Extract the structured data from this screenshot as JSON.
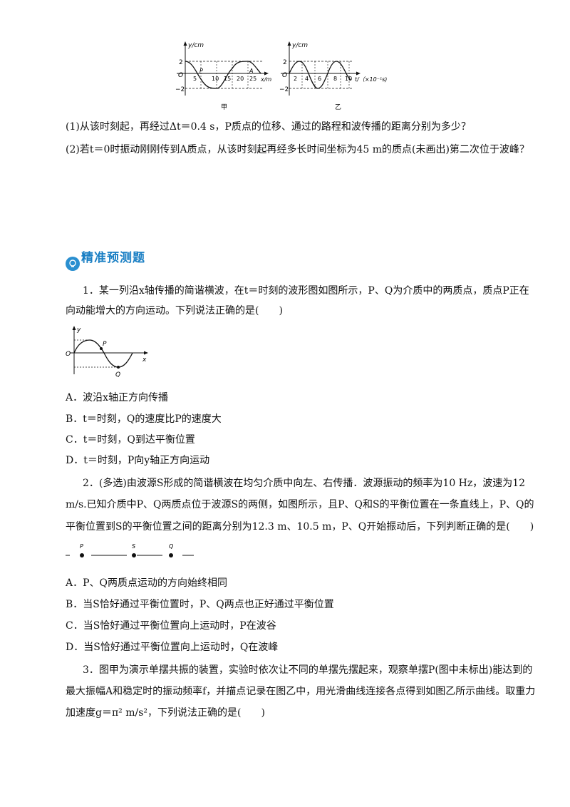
{
  "fig_top": {
    "left_label": "甲",
    "right_label": "乙",
    "left_axis": {
      "y_label": "y/cm",
      "x_label": "x/m",
      "origin": "O",
      "y_ticks": [
        "2",
        "−2"
      ],
      "x_ticks": [
        "5",
        "10",
        "15",
        "20",
        "25"
      ],
      "points": [
        "P",
        "A"
      ]
    },
    "right_axis": {
      "y_label": "y/cm",
      "x_label": "t/（×10⁻¹s)",
      "origin": "O",
      "y_ticks": [
        "2",
        "−2"
      ],
      "x_ticks": [
        "2",
        "4",
        "6",
        "8",
        "10"
      ]
    }
  },
  "q_top": {
    "line1": "(1)从该时刻起，再经过Δt＝0.4 s，P质点的位移、通过的路程和波传播的距离分别为多少？",
    "line2": "(2)若t＝0时振动刚刚传到A质点，从该时刻起再经多长时间坐标为45 m的质点(未画出)第二次位于波峰？"
  },
  "section": {
    "title": "精准预测题"
  },
  "q1": {
    "line1": "1．某一列沿x轴传播的简谐横波，在t＝时刻的波形图如图所示，P、Q为介质中的两质点，质点P正在",
    "line2": "向动能增大的方向运动。下列说法正确的是(　　)",
    "fig": {
      "y": "y",
      "x": "x",
      "o": "O",
      "p": "P",
      "q": "Q"
    },
    "options": [
      "A．波沿x轴正方向传播",
      "B．t＝时刻，Q的速度比P的速度大",
      "C．t＝时刻，Q到达平衡位置",
      "D．t＝时刻，P向y轴正方向运动"
    ]
  },
  "q2": {
    "line1": "2．(多选)由波源S形成的简谐横波在均匀介质中向左、右传播．波源振动的频率为10 Hz，波速为12",
    "line2": "m/s.已知介质中P、Q两质点位于波源S的两侧，如图所示，且P、Q和S的平衡位置在一条直线上，P、Q的",
    "line3": "平衡位置到S的平衡位置之间的距离分别为12.3 m、10.5 m，P、Q开始振动后，下列判断正确的是(　　)",
    "fig": {
      "p": "P",
      "s": "S",
      "q": "Q"
    },
    "options": [
      "A．P、Q两质点运动的方向始终相同",
      "B．当S恰好通过平衡位置时，P、Q两点也正好通过平衡位置",
      "C．当S恰好通过平衡位置向上运动时，P在波谷",
      "D．当S恰好通过平衡位置向上运动时，Q在波峰"
    ]
  },
  "q3": {
    "line1": "3．图甲为演示单摆共振的装置，实验时依次让不同的单摆先摆起来，观察单摆P(图中未标出)能达到的",
    "line2": "最大振幅A和稳定时的振动频率f，并描点记录在图乙中，用光滑曲线连接各点得到如图乙所示曲线。取重力",
    "line3": "加速度g＝π² m/s²，下列说法正确的是(　　)"
  }
}
